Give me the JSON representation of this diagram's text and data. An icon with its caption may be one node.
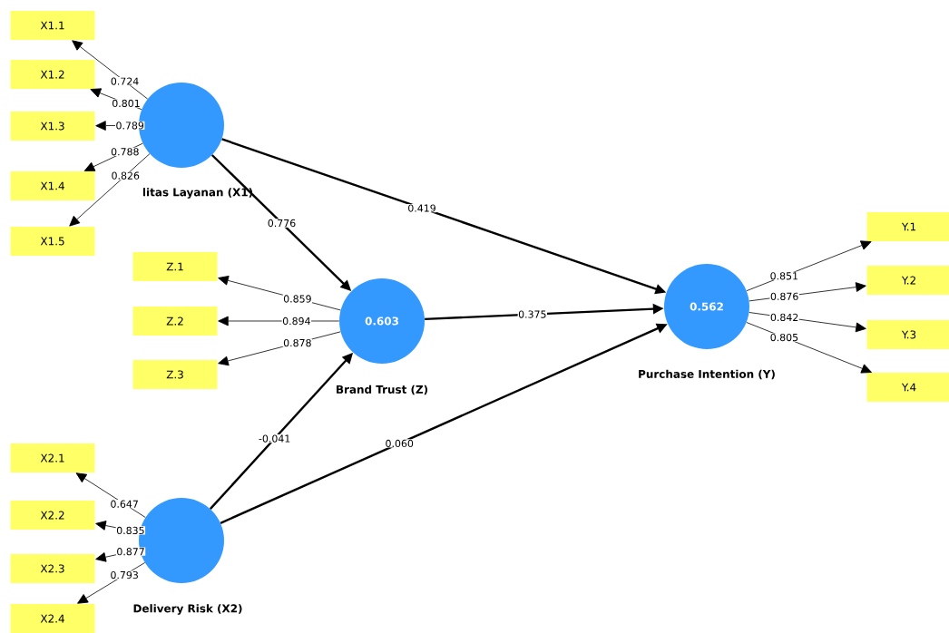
{
  "diagram": {
    "nodes": [
      {
        "text": [
          "X1.1"
        ]
      },
      {
        "text": [
          "X1.2"
        ]
      },
      {
        "text": [
          "X1.3"
        ]
      },
      {
        "text": [
          "X1.4"
        ]
      },
      {
        "text": [
          "X1.5"
        ]
      },
      {
        "text": [
          "litas Layanan (X1)"
        ]
      },
      {
        "text": [
          "Z.1"
        ]
      },
      {
        "text": [
          "Z.2"
        ]
      },
      {
        "text": [
          "Z.3"
        ]
      },
      {
        "text": [
          "0.603",
          "Brand Trust (Z)"
        ]
      },
      {
        "text": [
          "0.562",
          "Purchase Intention (Y)"
        ]
      },
      {
        "text": [
          "Y.1"
        ]
      },
      {
        "text": [
          "Y.2"
        ]
      },
      {
        "text": [
          "Y.3"
        ]
      },
      {
        "text": [
          "Y.4"
        ]
      },
      {
        "text": [
          "X2.1"
        ]
      },
      {
        "text": [
          "X2.2"
        ]
      },
      {
        "text": [
          "X2.3"
        ]
      },
      {
        "text": [
          "X2.4"
        ]
      },
      {
        "text": [
          "Delivery Risk (X2)"
        ]
      }
    ],
    "edges": [
      {
        "from": 5,
        "to": 0,
        "arrow": "to",
        "label": "0.724"
      },
      {
        "from": 5,
        "to": 1,
        "arrow": "to",
        "label": "0.801"
      },
      {
        "from": 5,
        "to": 2,
        "arrow": "to",
        "label": "0.789"
      },
      {
        "from": 5,
        "to": 3,
        "arrow": "to",
        "label": "0.788"
      },
      {
        "from": 5,
        "to": 4,
        "arrow": "to",
        "label": "0.826"
      },
      {
        "from": 9,
        "to": 6,
        "arrow": "to",
        "label": "0.859"
      },
      {
        "from": 9,
        "to": 7,
        "arrow": "to",
        "label": "0.894"
      },
      {
        "from": 9,
        "to": 8,
        "arrow": "to",
        "label": "0.878"
      },
      {
        "from": 10,
        "to": 11,
        "arrow": "to",
        "label": "0.851"
      },
      {
        "from": 10,
        "to": 12,
        "arrow": "to",
        "label": "0.876"
      },
      {
        "from": 10,
        "to": 13,
        "arrow": "to",
        "label": "0.842"
      },
      {
        "from": 10,
        "to": 14,
        "arrow": "to",
        "label": "0.805"
      },
      {
        "from": 19,
        "to": 15,
        "arrow": "to",
        "label": "0.647"
      },
      {
        "from": 19,
        "to": 16,
        "arrow": "to",
        "label": "0.835"
      },
      {
        "from": 19,
        "to": 17,
        "arrow": "to",
        "label": "0.877"
      },
      {
        "from": 19,
        "to": 18,
        "arrow": "to",
        "label": "0.793"
      },
      {
        "from": 5,
        "to": 9,
        "arrow": "to",
        "label": "0.776",
        "style": "thick"
      },
      {
        "from": 5,
        "to": 10,
        "arrow": "to",
        "label": "0.419",
        "style": "thick"
      },
      {
        "from": 9,
        "to": 10,
        "arrow": "to",
        "label": "0.375",
        "style": "thick"
      },
      {
        "from": 19,
        "to": 9,
        "arrow": "to",
        "label": "-0.041",
        "style": "thick"
      },
      {
        "from": 19,
        "to": 10,
        "arrow": "to",
        "label": "0.060",
        "style": "thick"
      }
    ]
  }
}
